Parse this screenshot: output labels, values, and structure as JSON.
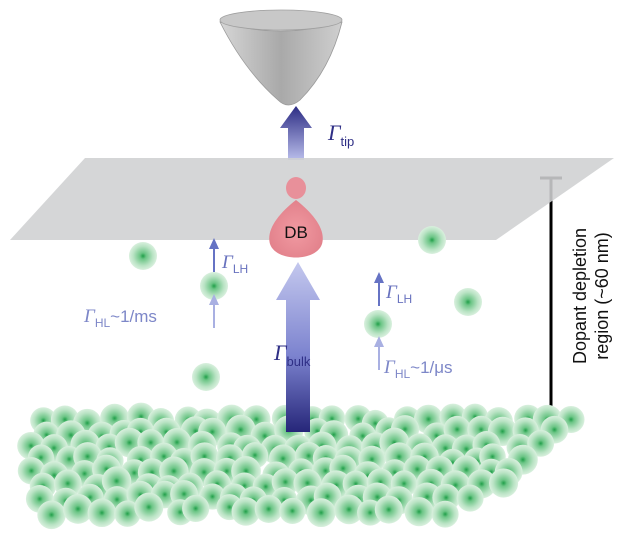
{
  "labels": {
    "gamma_symbol": "Γ",
    "tip_sub": "tip",
    "bulk_sub": "bulk",
    "lh_sub": "LH",
    "hl_sub": "HL",
    "hl_left_rate": "~1/ms",
    "hl_right_rate": "~1/μs",
    "db": "DB",
    "region_line1": "Dopant depletion",
    "region_line2": "region (~60 nm)"
  },
  "colors": {
    "plane": "#d2d3d5",
    "tip": "#bfbfbf",
    "db_lobe": "#e58a93",
    "arrow_dark": "#2f2f86",
    "arrow_light": "#a9aee0",
    "small_arrow": "#6673c4",
    "dopant_core": "#23a54e",
    "dopant_edge": "#c7e9cf",
    "label_blue": "#3f46a5",
    "label_light": "#7d87c8",
    "bracket": "#000000"
  }
}
